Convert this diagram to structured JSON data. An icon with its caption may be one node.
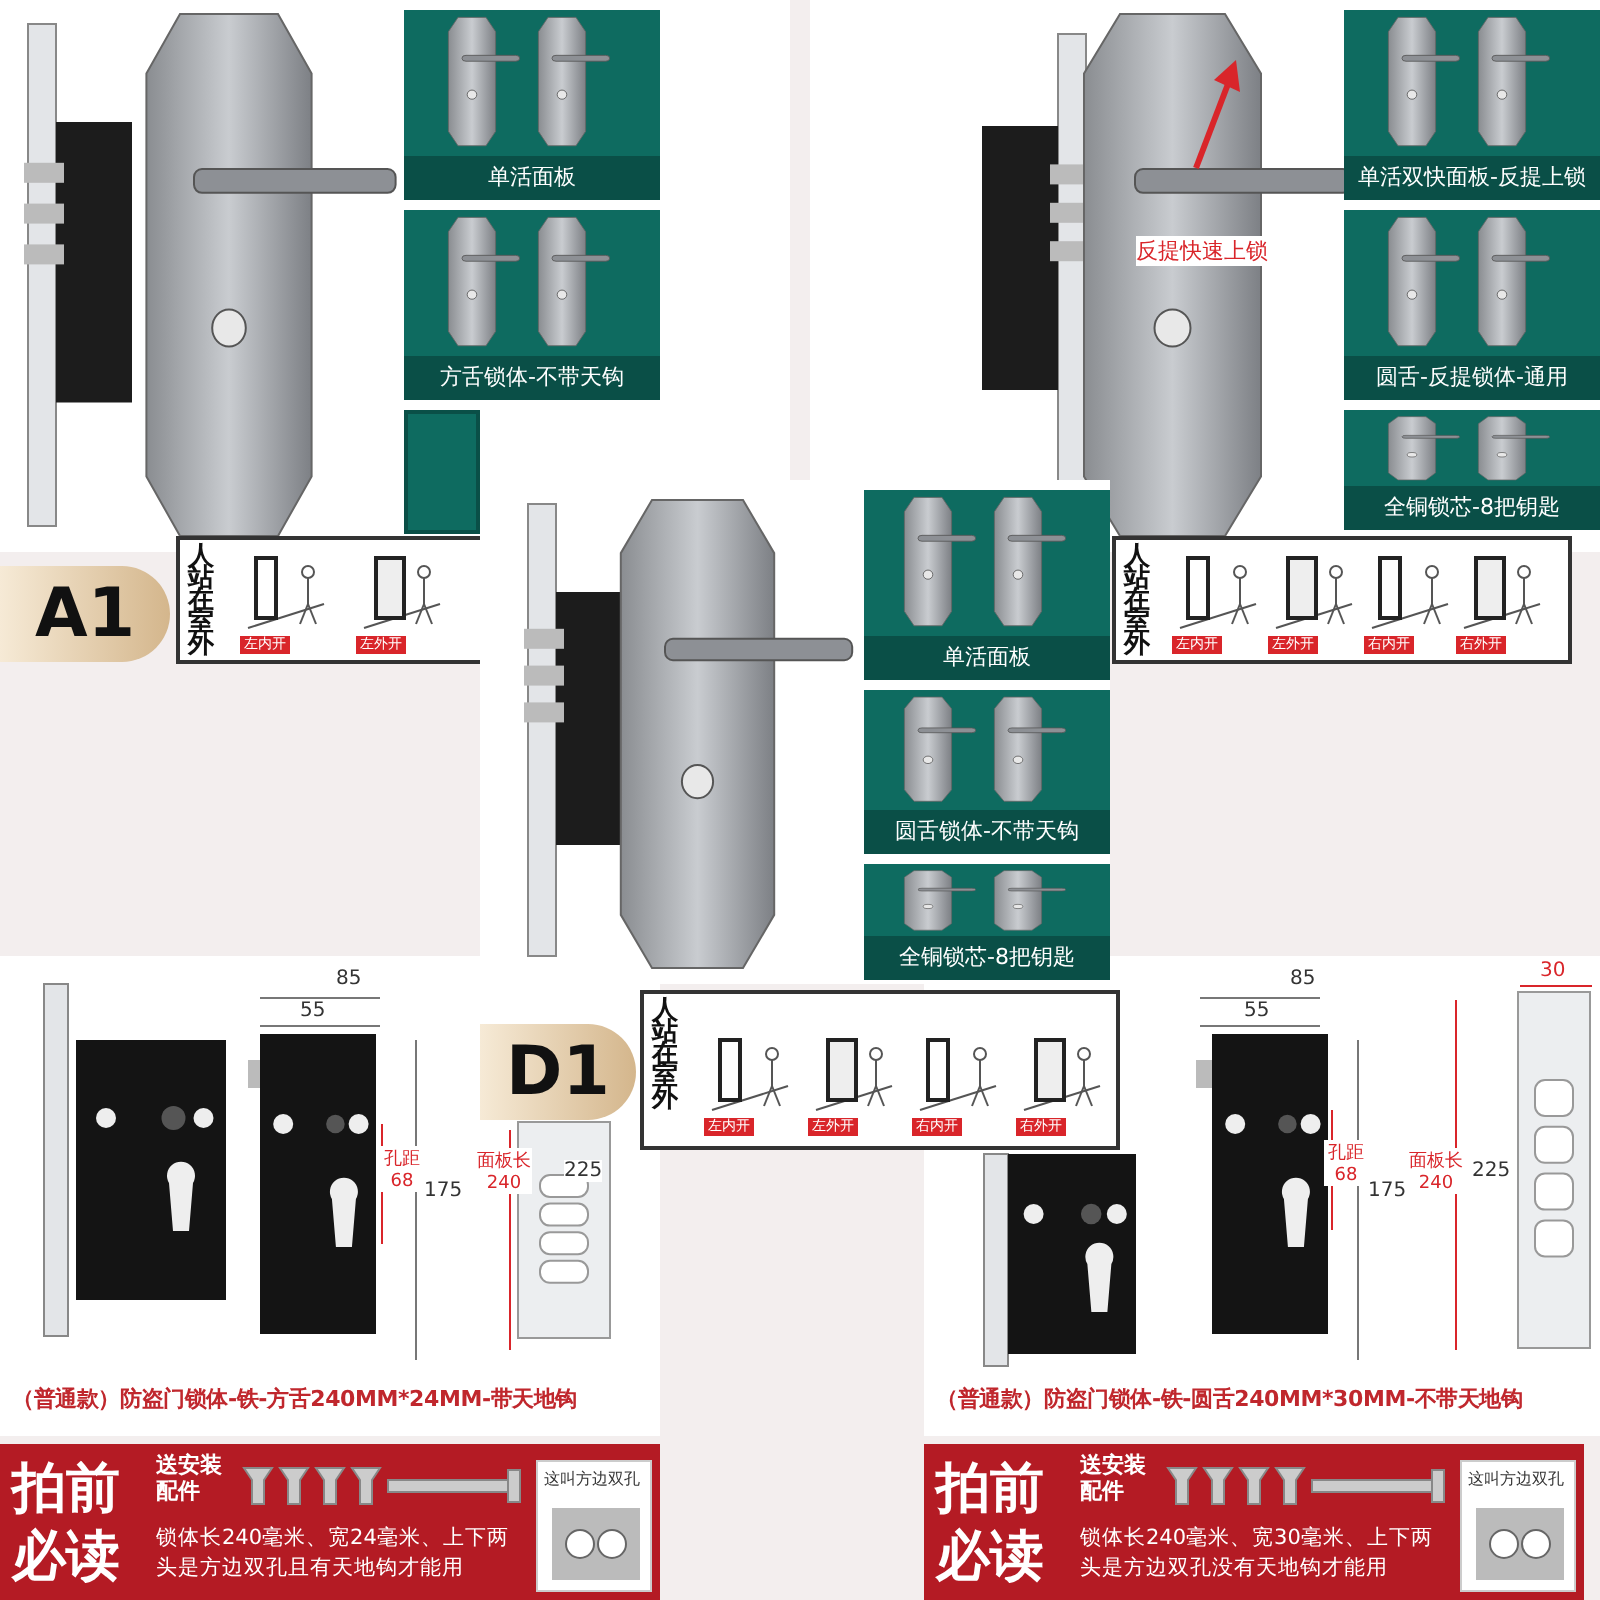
{
  "diagram": {
    "nodes": [
      {
        "text": [
          "单活面板"
        ]
      },
      {
        "text": [
          "方舌锁体-不带天钩"
        ]
      },
      {
        "text": [],
        "shape": "box"
      },
      {
        "text": [
          "A1"
        ]
      },
      {
        "text": [
          "人站在室外"
        ]
      },
      {
        "text": [
          "左内开"
        ],
        "in": 4
      },
      {
        "text": [
          "左外开"
        ],
        "in": 4
      },
      {
        "text": [
          "单活双快面板-反提上锁"
        ]
      },
      {
        "text": [
          "圆舌-反提锁体-通用"
        ]
      },
      {
        "text": [
          "全铜锁芯-8把钥匙"
        ]
      },
      {
        "text": [
          "人站在室外"
        ]
      },
      {
        "text": [
          "左内开"
        ],
        "in": 10
      },
      {
        "text": [
          "左外开"
        ],
        "in": 10
      },
      {
        "text": [
          "右内开"
        ],
        "in": 10
      },
      {
        "text": [
          "右外开"
        ],
        "in": 10
      },
      {
        "text": [
          "单活面板"
        ]
      },
      {
        "text": [
          "圆舌锁体-不带天钩"
        ]
      },
      {
        "text": [
          "全铜锁芯-8把钥匙"
        ]
      },
      {
        "text": [
          "人站在室外"
        ]
      },
      {
        "text": [
          "左内开"
        ],
        "in": 18
      },
      {
        "text": [
          "左外开"
        ],
        "in": 18
      },
      {
        "text": [
          "右内开"
        ],
        "in": 18
      },
      {
        "text": [
          "右外开"
        ],
        "in": 18
      },
      {
        "text": [
          "D1"
        ]
      },
      {
        "text": [
          "拍前必读",
          "送安装配件",
          "锁体长240毫米、宽24毫米、上下两头是方边双孔且有天地钩才能用"
        ]
      },
      {
        "text": [
          "这叫方边双孔"
        ],
        "in": 24
      },
      {
        "text": [
          "拍前必读",
          "送安装配件",
          "锁体长240毫米、宽30毫米、上下两头是方边双孔没有天地钩才能用"
        ]
      },
      {
        "text": [
          "这叫方边双孔"
        ],
        "in": 26
      }
    ],
    "edges": [],
    "labels": [
      "反提快速上锁",
      "85",
      "55",
      "孔距 68",
      "175",
      "面板长 240",
      "225",
      "（普通款）防盗门锁体-铁-方舌240MM*24MM-带天地钩",
      "30",
      "85",
      "55",
      "孔距 68",
      "175",
      "面板长 240",
      "225",
      "（普通款）防盗门锁体-铁-圆舌240MM*30MM-不带天地钩"
    ]
  }
}
